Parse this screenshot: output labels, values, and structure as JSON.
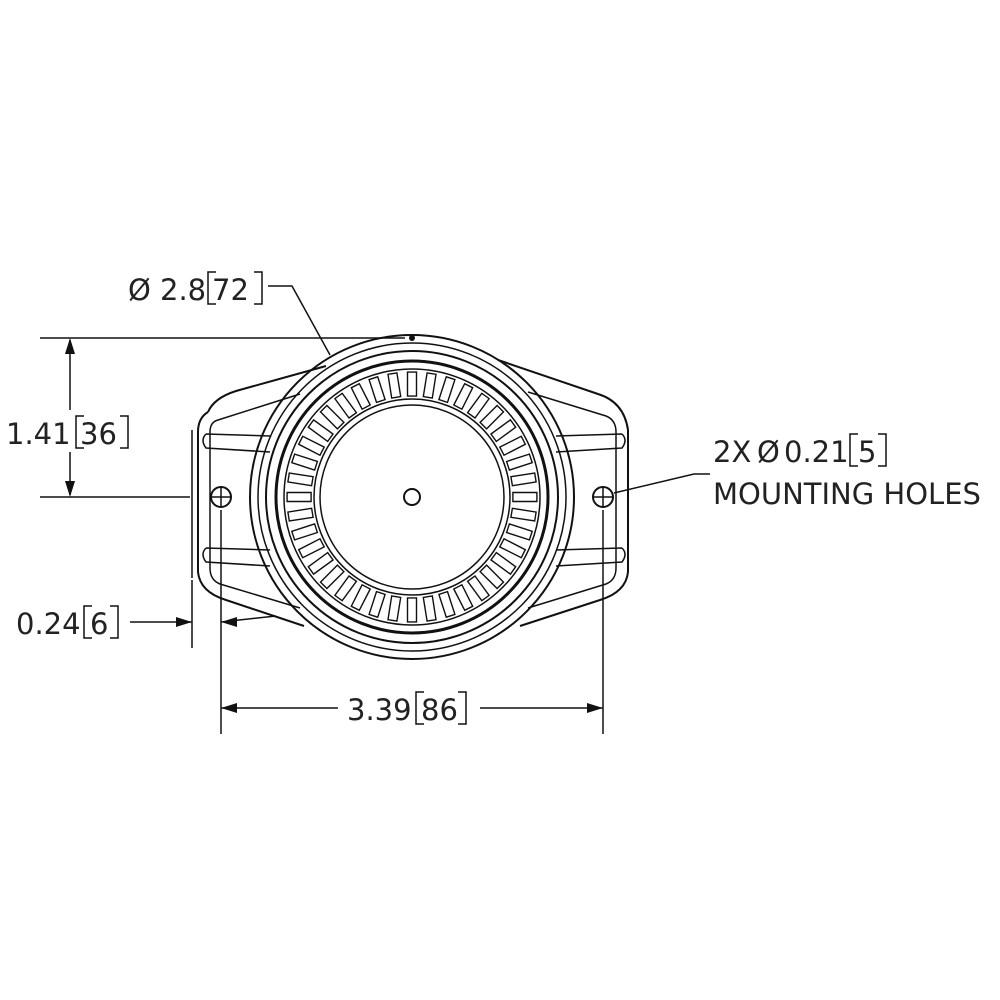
{
  "drawing": {
    "dimensions": {
      "diameter": {
        "symbol": "Ø",
        "imperial": "2.8",
        "metric": "72"
      },
      "height": {
        "imperial": "1.41",
        "metric": "36"
      },
      "flange_offset": {
        "imperial": "0.24",
        "metric": "6"
      },
      "hole_spacing": {
        "imperial": "3.39",
        "metric": "86"
      },
      "holes": {
        "count": "2X",
        "symbol": "Ø",
        "imperial": "0.21",
        "metric": "5",
        "note": "MOUNTING HOLES"
      }
    },
    "ring_slot_count": 40
  }
}
